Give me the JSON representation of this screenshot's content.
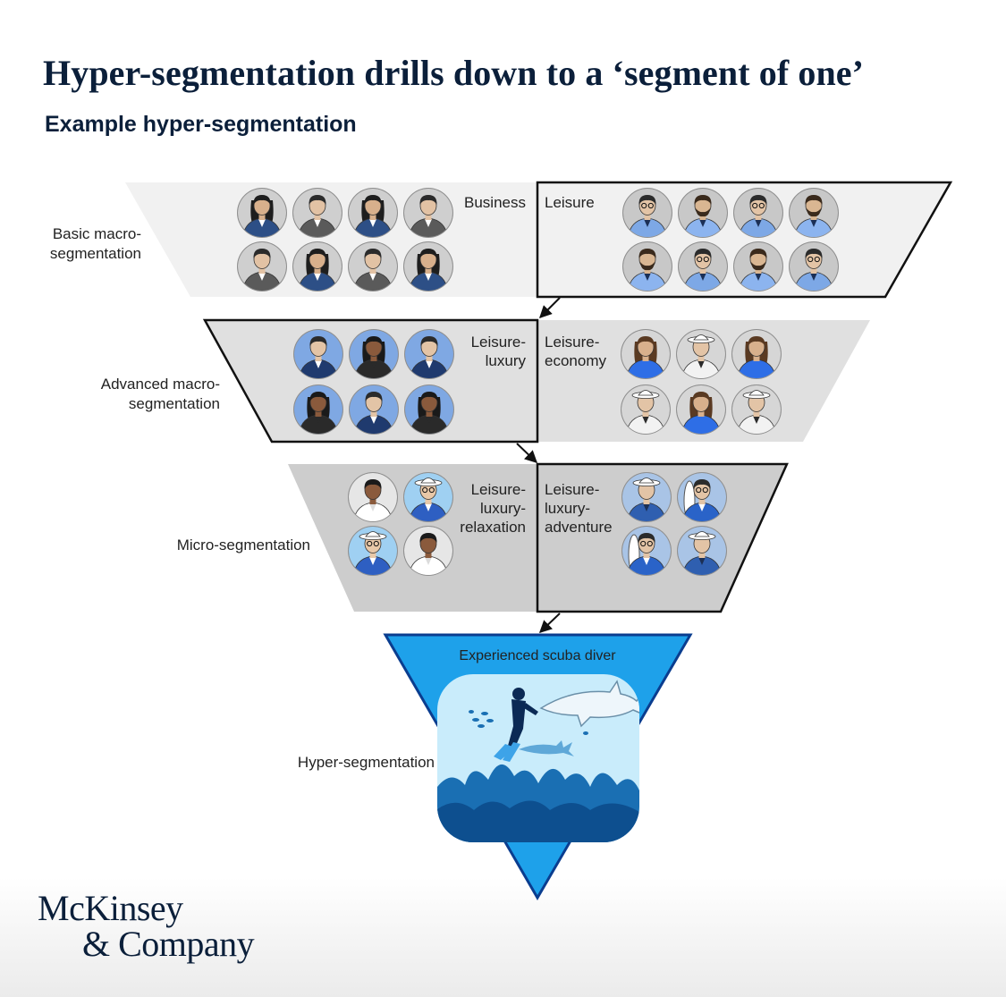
{
  "title": "Hyper-segmentation drills down to a ‘segment of one’",
  "subtitle": "Example hyper-segmentation",
  "levels": {
    "basic": {
      "label_lines": [
        "Basic macro-",
        "segmentation"
      ],
      "left_lines": [
        "Business"
      ],
      "right_lines": [
        "Leisure"
      ]
    },
    "advanced": {
      "label_lines": [
        "Advanced macro-",
        "segmentation"
      ],
      "left_lines": [
        "Leisure-",
        "luxury"
      ],
      "right_lines": [
        "Leisure-",
        "economy"
      ]
    },
    "micro": {
      "label_lines": [
        "Micro-segmentation"
      ],
      "left_lines": [
        "Leisure-",
        "luxury-",
        "relaxation"
      ],
      "right_lines": [
        "Leisure-",
        "luxury-",
        "adventure"
      ]
    },
    "hyper": {
      "label_lines": [
        "Hyper-segmentation"
      ],
      "segment_label": "Experienced scuba diver"
    }
  },
  "avatar_groups": {
    "business": [
      "businesswoman-avatar",
      "businessman-avatar",
      "businesswoman-avatar",
      "businessman-avatar",
      "businessman-avatar",
      "businesswoman-avatar",
      "businessman-avatar",
      "businesswoman-avatar"
    ],
    "leisure": [
      "tourist-avatar",
      "bearded-tourist-avatar",
      "tourist-avatar",
      "bearded-tourist-avatar",
      "bearded-tourist-avatar",
      "tourist-avatar",
      "bearded-tourist-avatar",
      "tourist-avatar"
    ],
    "leisure_luxury": [
      "luxury-man-avatar",
      "luxury-woman-avatar",
      "luxury-man-avatar",
      "luxury-woman-avatar",
      "luxury-man-avatar",
      "luxury-woman-avatar"
    ],
    "leisure_economy": [
      "casual-woman-avatar",
      "backpacker-avatar",
      "casual-woman-avatar",
      "backpacker-avatar",
      "casual-woman-avatar",
      "backpacker-avatar"
    ],
    "relaxation": [
      "spa-guest-avatar",
      "beach-woman-avatar",
      "beach-woman-avatar",
      "spa-guest-avatar"
    ],
    "adventure": [
      "hiker-avatar",
      "surfer-avatar",
      "surfer-avatar",
      "hiker-avatar"
    ]
  },
  "colors": {
    "band_light": "#f1f1f1",
    "band_mid": "#e0e0e0",
    "band_dark": "#cdcdcd",
    "hyper_blue": "#1ea1ea",
    "hyper_border": "#0a3d8f",
    "ocean_light": "#c9ecfb",
    "navy": "#0b1f3a"
  },
  "brand": {
    "line1": "McKinsey",
    "line2": "& Company"
  }
}
